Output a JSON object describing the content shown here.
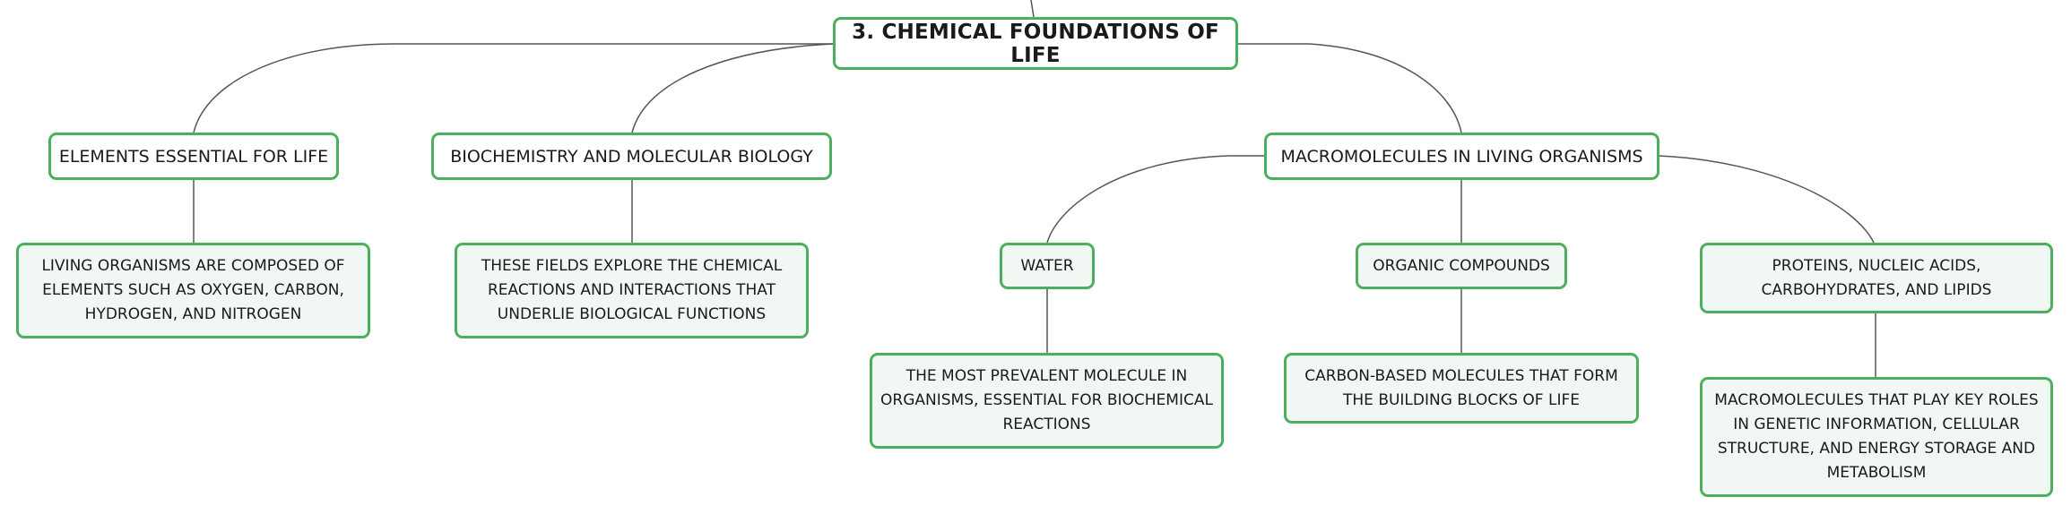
{
  "colors": {
    "border": "#4caf5e",
    "leaf_fill": "#f1f8f3",
    "line": "#555555",
    "text": "#1a1a1a"
  },
  "root": {
    "label": "3. CHEMICAL FOUNDATIONS OF LIFE"
  },
  "branches": {
    "elements": {
      "label": "ELEMENTS ESSENTIAL FOR LIFE",
      "detail": "LIVING ORGANISMS ARE COMPOSED OF ELEMENTS SUCH AS OXYGEN, CARBON, HYDROGEN, AND NITROGEN"
    },
    "biochemistry": {
      "label": "BIOCHEMISTRY AND MOLECULAR BIOLOGY",
      "detail": "THESE FIELDS EXPLORE THE CHEMICAL REACTIONS AND INTERACTIONS THAT UNDERLIE BIOLOGICAL FUNCTIONS"
    },
    "macromolecules": {
      "label": "MACROMOLECULES IN LIVING ORGANISMS",
      "children": {
        "water": {
          "label": "WATER",
          "detail": "THE MOST PREVALENT MOLECULE IN ORGANISMS, ESSENTIAL FOR BIOCHEMICAL REACTIONS"
        },
        "organic": {
          "label": "ORGANIC COMPOUNDS",
          "detail": "CARBON-BASED MOLECULES THAT FORM THE BUILDING BLOCKS OF LIFE"
        },
        "proteins": {
          "label": "PROTEINS, NUCLEIC ACIDS, CARBOHYDRATES, AND LIPIDS",
          "detail": "MACROMOLECULES THAT PLAY KEY ROLES IN GENETIC INFORMATION, CELLULAR STRUCTURE, AND ENERGY STORAGE AND METABOLISM"
        }
      }
    }
  }
}
